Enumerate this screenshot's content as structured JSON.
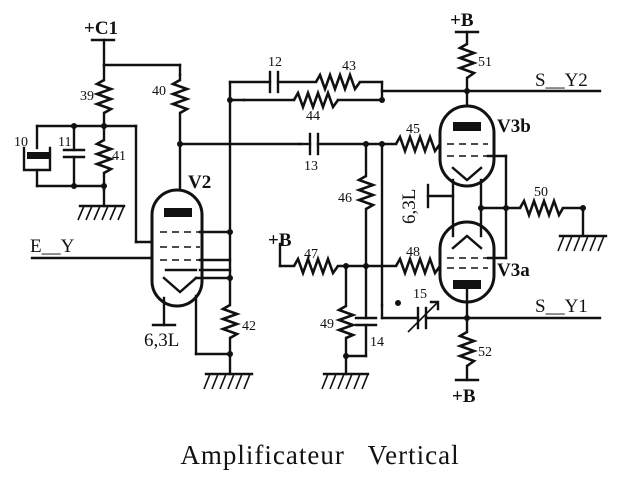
{
  "title": "Amplificateur   Vertical",
  "supplies": {
    "c1": "+C1",
    "b_top": "+B",
    "b_bottom": "+B",
    "b_left": "+B"
  },
  "signals": {
    "input": "E__Y",
    "out_y2": "S__Y2",
    "out_y1": "S__Y1"
  },
  "tubes": {
    "v2": "V2",
    "v3a": "V3a",
    "v3b": "V3b"
  },
  "heaters": {
    "v2": "6,3L",
    "v3": "6,3L"
  },
  "components": {
    "c10": "10",
    "c11": "11",
    "c12": "12",
    "c13": "13",
    "c14": "14",
    "c15": "15",
    "r39": "39",
    "r40": "40",
    "r41": "41",
    "r42": "42",
    "r43": "43",
    "r44": "44",
    "r45": "45",
    "r46": "46",
    "r47": "47",
    "r48": "48",
    "r49": "49",
    "r50": "50",
    "r51": "51",
    "r52": "52"
  }
}
